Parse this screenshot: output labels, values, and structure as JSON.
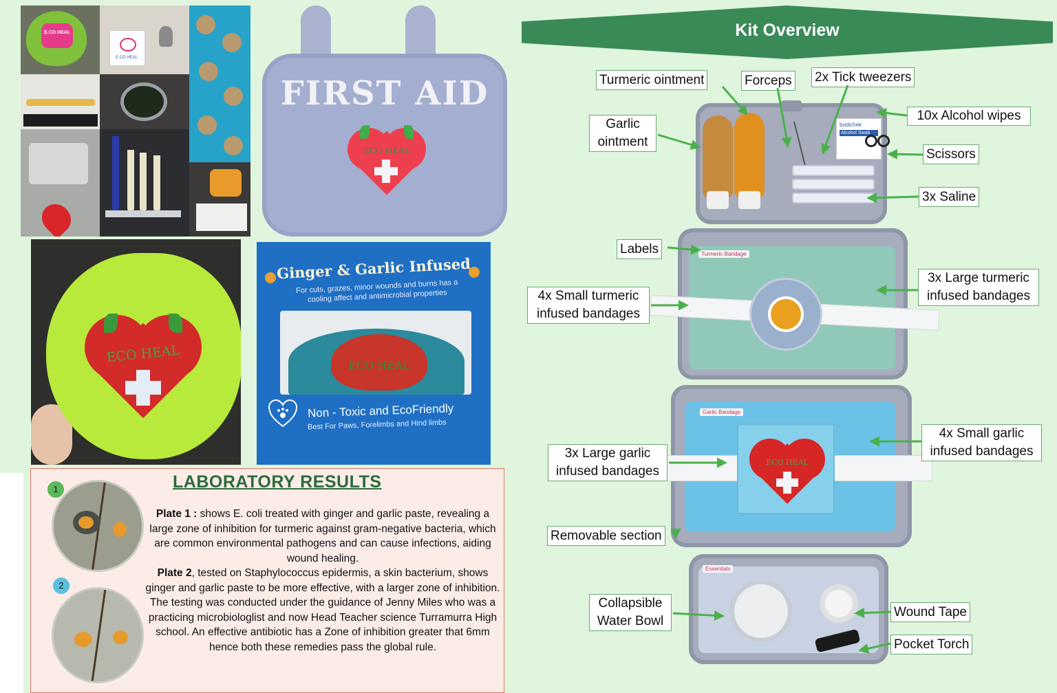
{
  "bag": {
    "title": "FIRST AID",
    "heart_text": "ECO HEAL"
  },
  "patch": {
    "heart_text": "ECO HEAL"
  },
  "collage": {
    "patch_text": "E.CO HEAL",
    "card_text": "E.CO HEAL"
  },
  "ginger_card": {
    "title": "Ginger & Garlic Infused",
    "subtitle": "For cuts, grazes, minor wounds and burns has a cooling affect and antimicrobial properties",
    "heart_text": "ECO HEAL",
    "footer_main": "Non - Toxic and EcoFriendly",
    "footer_sub": "Best For Paws, Forelimbs and Hind limbs"
  },
  "lab": {
    "title": "LABORATORY  RESULTS",
    "badge1": "1",
    "badge2": "2",
    "plate1_label": "Plate 1 :",
    "plate1_text": " shows E. coli treated with ginger and garlic paste, revealing a large zone of inhibition for turmeric against gram-negative bacteria, which are common environmental pathogens and can cause infections, aiding wound healing.",
    "plate2_label": "Plate 2",
    "plate2_text": ", tested on Staphylococcus epidermis, a skin bacterium, shows ginger and garlic paste to be more effective, with a larger zone of inhibition.",
    "closing_text": "The testing was conducted under the guidance of Jenny Miles who was a practicing microbiologlist and now Head Teacher science Turramurra High school. An effective antibiotic has a Zone of inhibition greater that 6mm hence both these remedies pass the global rule.",
    "colors": {
      "title": "#2c6a3a",
      "border": "#e07060",
      "badge1": "#5cb85c",
      "badge2": "#5bc0de"
    }
  },
  "kit": {
    "title": "Kit Overview",
    "brand_color": "#3a8a58",
    "packet_text": "bodichek",
    "packet_sub": "Alcohol Swab",
    "tag_turmeric": "Turmeric Bandage",
    "tag_garlic": "Garlic Bandage",
    "tag_essentials": "Essentials",
    "small_heart_text": "ECO HEAL",
    "labels": {
      "turmeric_ointment": "Turmeric ointment",
      "forceps": "Forceps",
      "tick_tweezers": "2x Tick tweezers",
      "alcohol_wipes": "10x Alcohol wipes",
      "garlic_ointment": "Garlic ointment",
      "scissors": "Scissors",
      "saline": "3x Saline",
      "labels": "Labels",
      "small_turmeric": "4x Small turmeric infused bandages",
      "large_turmeric": "3x Large turmeric infused bandages",
      "large_garlic": "3x Large garlic infused bandages",
      "small_garlic": "4x Small garlic infused bandages",
      "removable": "Removable section",
      "water_bowl": "Collapsible Water Bowl",
      "wound_tape": "Wound Tape",
      "pocket_torch": "Pocket Torch"
    }
  }
}
